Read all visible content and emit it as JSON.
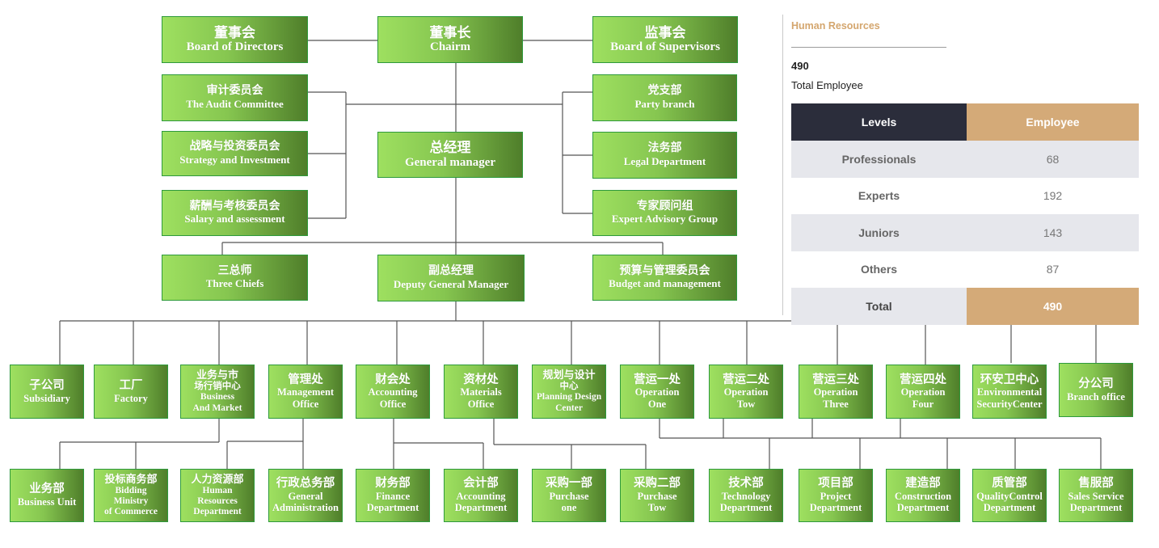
{
  "org": {
    "board": {
      "cn": "董事会",
      "en": "Board of Directors"
    },
    "chair": {
      "cn": "董事长",
      "en": "Chairm"
    },
    "supervisors": {
      "cn": "监事会",
      "en": "Board of Supervisors"
    },
    "audit": {
      "cn": "审计委员会",
      "en": "The Audit Committee"
    },
    "strategy": {
      "cn": "战略与投资委员会",
      "en": "Strategy and Investment"
    },
    "salary": {
      "cn": "薪酬与考核委员会",
      "en": "Salary and assessment"
    },
    "general_manager": {
      "cn": "总经理",
      "en": "General manager"
    },
    "party": {
      "cn": "党支部",
      "en": "Party branch"
    },
    "legal": {
      "cn": "法务部",
      "en": "Legal Department"
    },
    "expert": {
      "cn": "专家顾问组",
      "en": "Expert Advisory Group"
    },
    "chiefs": {
      "cn": "三总师",
      "en": "Three Chiefs"
    },
    "deputy": {
      "cn": "副总经理",
      "en": "Deputy General Manager"
    },
    "budget": {
      "cn": "预算与管理委员会",
      "en": "Budget and management"
    },
    "row1": [
      {
        "lines": [
          "子公司",
          "Subsidiary"
        ]
      },
      {
        "lines": [
          "工厂",
          "Factory"
        ]
      },
      {
        "lines": [
          "业务与市",
          "场行销中心",
          "Business",
          "And Market"
        ]
      },
      {
        "lines": [
          "管理处",
          "Management",
          "Office"
        ]
      },
      {
        "lines": [
          "财会处",
          "Accounting",
          "Office"
        ]
      },
      {
        "lines": [
          "资材处",
          "Materials",
          "Office"
        ]
      },
      {
        "lines": [
          "规划与设计",
          "中心",
          "Planning Design",
          "Center"
        ]
      },
      {
        "lines": [
          "营运一处",
          "Operation",
          "One"
        ]
      },
      {
        "lines": [
          "营运二处",
          "Operation",
          "Tow"
        ]
      },
      {
        "lines": [
          "营运三处",
          "Operation",
          "Three"
        ]
      },
      {
        "lines": [
          "营运四处",
          "Operation",
          "Four"
        ]
      },
      {
        "lines": [
          "环安卫中心",
          "Environmental",
          "SecurityCenter"
        ]
      },
      {
        "lines": [
          "分公司",
          "Branch office"
        ]
      }
    ],
    "row2": [
      {
        "lines": [
          "业务部",
          "Business Unit"
        ]
      },
      {
        "lines": [
          "投标商务部",
          "Bidding",
          "Ministry",
          "of Commerce"
        ]
      },
      {
        "lines": [
          "人力资源部",
          "Human",
          "Resources",
          "Department"
        ]
      },
      {
        "lines": [
          "行政总务部",
          "General",
          "Administration"
        ]
      },
      {
        "lines": [
          "财务部",
          "Finance",
          "Department"
        ]
      },
      {
        "lines": [
          "会计部",
          "Accounting",
          "Department"
        ]
      },
      {
        "lines": [
          "采购一部",
          "Purchase",
          "one"
        ]
      },
      {
        "lines": [
          "采购二部",
          "Purchase",
          "Tow"
        ]
      },
      {
        "lines": [
          "技术部",
          "Technology",
          "Department"
        ]
      },
      {
        "lines": [
          "项目部",
          "Project",
          "Department"
        ]
      },
      {
        "lines": [
          "建造部",
          "Construction",
          "Department"
        ]
      },
      {
        "lines": [
          "质管部",
          "QualityControl",
          "Department"
        ]
      },
      {
        "lines": [
          "售服部",
          "Sales Service",
          "Department"
        ]
      }
    ]
  },
  "hr": {
    "title": "Human Resources",
    "total_value": "490",
    "total_label": "Total Employee",
    "col_levels": "Levels",
    "col_employee": "Employee",
    "rows": [
      {
        "level": "Professionals",
        "count": "68"
      },
      {
        "level": "Experts",
        "count": "192"
      },
      {
        "level": "Juniors",
        "count": "143"
      },
      {
        "level": "Others",
        "count": "87"
      }
    ],
    "total_row": {
      "level": "Total",
      "count": "490"
    }
  },
  "colors": {
    "box_light": "#9ee060",
    "box_dark": "#4f7e2a",
    "border": "#2e9a3c",
    "accent_gold": "#d4aa78",
    "header_dark": "#2b2d3b"
  }
}
